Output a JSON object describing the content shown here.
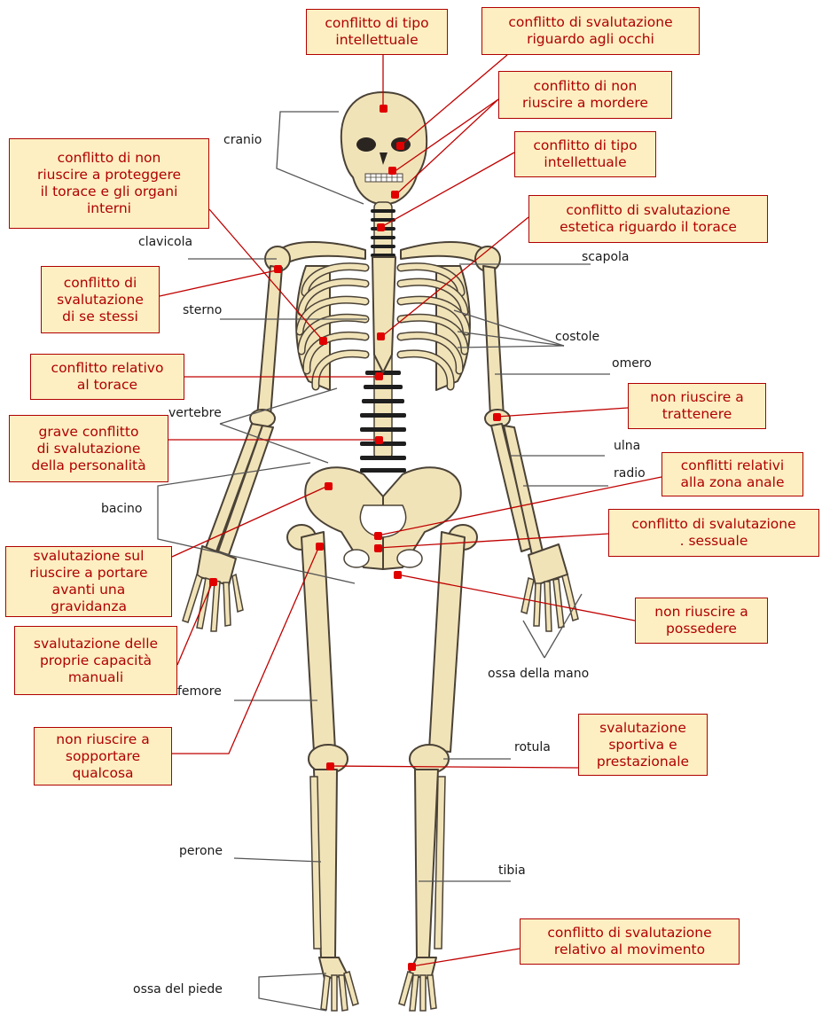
{
  "labels": {
    "cranio": "cranio",
    "clavicola": "clavicola",
    "sterno": "sterno",
    "vertebre": "vertebre",
    "bacino": "bacino",
    "femore": "femore",
    "perone": "perone",
    "ossa_del_piede": "ossa del piede",
    "scapola": "scapola",
    "costole": "costole",
    "omero": "omero",
    "ulna": "ulna",
    "radio": "radio",
    "ossa_della_mano": "ossa della mano",
    "rotula": "rotula",
    "tibia": "tibia"
  },
  "conflicts": {
    "cranio_top": "conflitto di tipo\nintellettuale",
    "occhi": "conflitto di svalutazione\nriguardo agli occhi",
    "mordere": "conflitto di non\nriuscire a mordere",
    "collo": "conflitto di tipo\nintellettuale",
    "torace_estetica": "conflitto di svalutazione\nestetica riguardo il torace",
    "proteggere": "conflitto di non\nriuscire a proteggere\nil torace e gli organi\ninterni",
    "se_stessi": "conflitto di\nsvalutazione\ndi se stessi",
    "torace": "conflitto relativo\nal torace",
    "personalita": "grave conflitto\ndi svalutazione\ndella personalità",
    "trattenere": "non riuscire a\ntrattenere",
    "anale": "conflitti relativi\nalla zona anale",
    "sessuale": "conflitto di svalutazione\n. sessuale",
    "gravidanza": "svalutazione sul\nriuscire a portare\navanti una\ngravidanza",
    "possedere": "non riuscire a\npossedere",
    "manuali": "svalutazione delle\nproprie capacità\nmanuali",
    "sopportare": "non riuscire a\nsopportare\nqualcosa",
    "sportiva": "svalutazione\nsportiva e\nprestazionale",
    "movimento": "conflitto di svalutazione\nrelativo al movimento"
  },
  "colors": {
    "bone": "#f1e3b8",
    "outline": "#4a4236",
    "box_fill": "#fdefc2",
    "accent_red": "#c00000"
  }
}
